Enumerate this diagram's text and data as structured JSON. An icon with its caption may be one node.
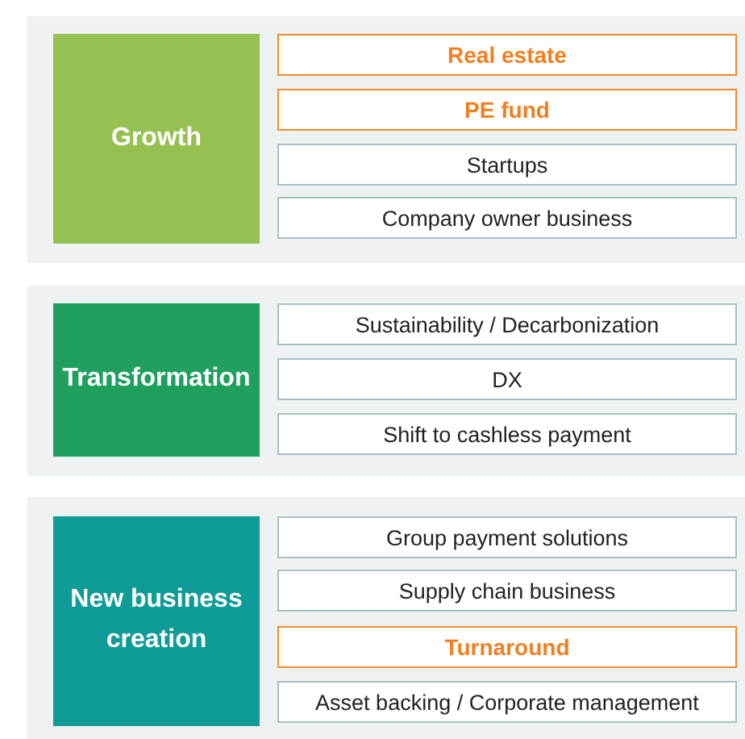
{
  "diagram": {
    "nodes": [
      {
        "text": [],
        "shape": "box"
      },
      {
        "text": [
          "Growth"
        ],
        "in": 0
      },
      {
        "text": [
          "Real estate"
        ],
        "in": 0
      },
      {
        "text": [
          "PE fund"
        ],
        "in": 0
      },
      {
        "text": [
          "Startups"
        ],
        "in": 0
      },
      {
        "text": [
          "Company owner business"
        ],
        "in": 0
      },
      {
        "text": [],
        "shape": "box"
      },
      {
        "text": [
          "Transformation"
        ],
        "in": 6
      },
      {
        "text": [
          "Sustainability / Decarbonization"
        ],
        "in": 6
      },
      {
        "text": [
          "DX"
        ],
        "in": 6
      },
      {
        "text": [
          "Shift to cashless payment"
        ],
        "in": 6
      },
      {
        "text": [],
        "shape": "box"
      },
      {
        "text": [
          "New business creation"
        ],
        "in": 11
      },
      {
        "text": [
          "Group payment solutions"
        ],
        "in": 11
      },
      {
        "text": [
          "Supply chain business"
        ],
        "in": 11
      },
      {
        "text": [
          "Turnaround"
        ],
        "in": 11
      },
      {
        "text": [
          "Asset backing / Corporate management"
        ],
        "in": 11
      }
    ]
  }
}
